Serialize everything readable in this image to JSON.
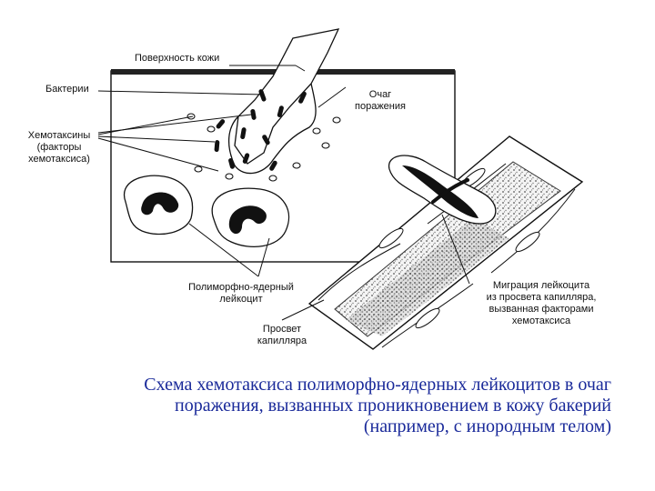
{
  "labels": {
    "skin_surface": "Поверхность кожи",
    "bacteria": "Бактерии",
    "chemotaxins": [
      "Хемотаксины",
      "(факторы",
      "хемотаксиса)"
    ],
    "lesion": [
      "Очаг",
      "поражения"
    ],
    "pmn_leukocyte": [
      "Полиморфно-ядерный",
      "лейкоцит"
    ],
    "capillary_lumen": [
      "Просвет",
      "капилляра"
    ],
    "migration": [
      "Миграция лейкоцита",
      "из просвета капилляра,",
      "вызванная факторами",
      "хемотаксиса"
    ]
  },
  "caption": [
    "Схема хемотаксиса полиморфно-ядерных лейкоцитов в очаг",
    "поражения, вызванных проникновением в кожу бакерий",
    "(например, с инородным телом)"
  ],
  "colors": {
    "caption": "#1a2a9a",
    "ink": "#111111"
  }
}
